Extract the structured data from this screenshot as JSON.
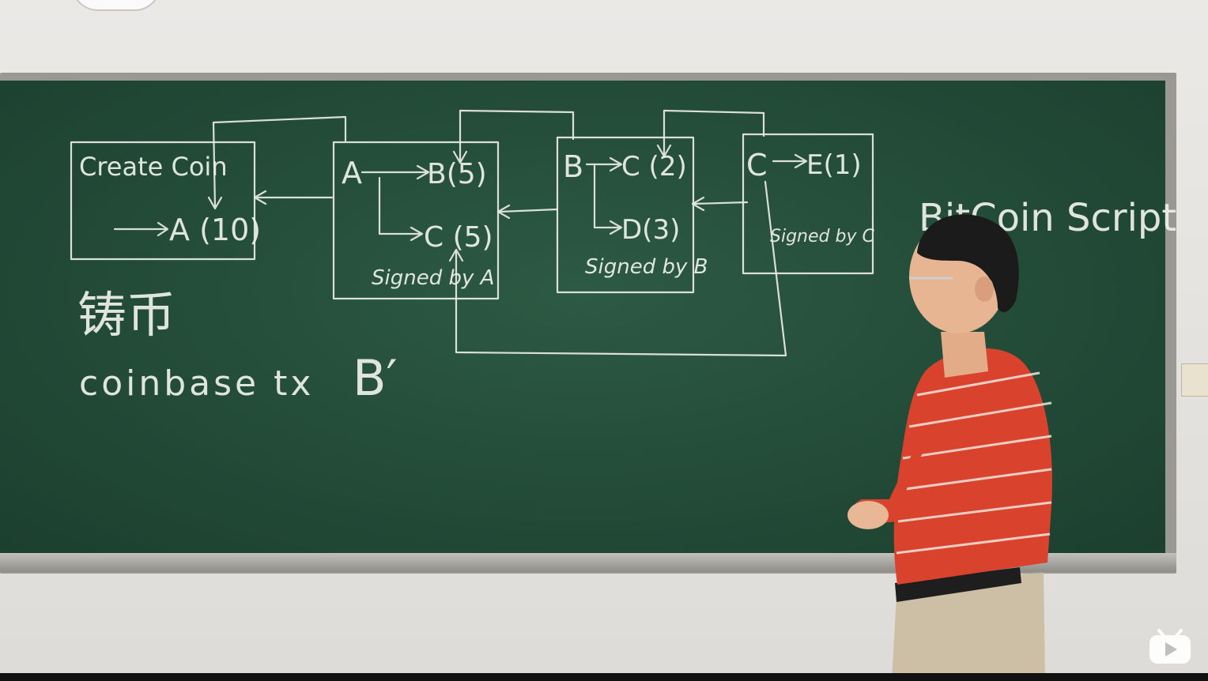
{
  "board": {
    "box1": {
      "title": "Create Coin",
      "line": "A (10)"
    },
    "box2": {
      "top": "A",
      "out1": "B(5)",
      "out2": "C (5)",
      "signature": "Signed by A"
    },
    "box3": {
      "top": "B",
      "out1": "C (2)",
      "out2": "D(3)",
      "signature": "Signed by B"
    },
    "box4": {
      "top": "C",
      "out1": "E(1)",
      "signature": "Signed by C"
    },
    "notes": {
      "chinese": "铸币",
      "coinbase": "coinbase tx",
      "b_prime": "B′",
      "bitcoin_script": "BitCoin Script"
    }
  },
  "overlay": {
    "logo_icon": "bilibili-play-icon"
  }
}
